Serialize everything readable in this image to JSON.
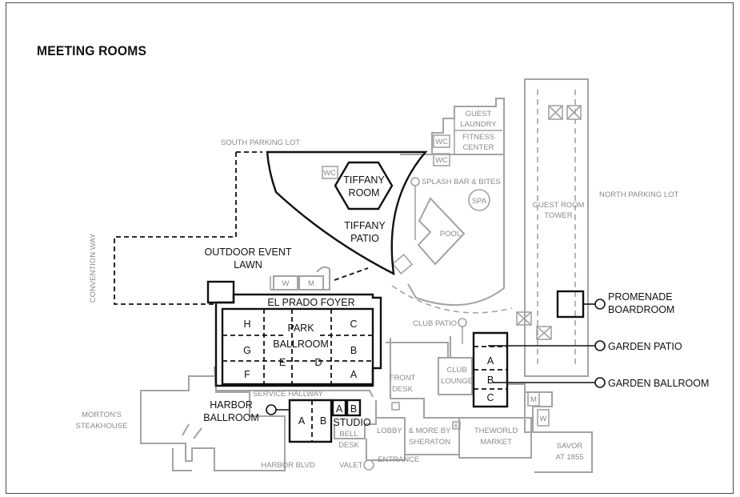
{
  "title": "MEETING ROOMS",
  "labels": {
    "south_parking_lot": "SOUTH PARKING LOT",
    "convention_way": "CONVENTION WAY",
    "north_parking_lot": "NORTH PARKING LOT",
    "guest_laundry": [
      "GUEST",
      "LAUNDRY"
    ],
    "fitness_center": [
      "FITNESS",
      "CENTER"
    ],
    "wc": "WC",
    "splash_bar": "SPLASH BAR & BITES",
    "spa": "SPA",
    "pool": "POOL",
    "guest_room_tower": [
      "GUEST ROOM",
      "TOWER"
    ],
    "club_patio": "CLUB PATIO",
    "club_lounge": [
      "CLUB",
      "LOUNGE"
    ],
    "front_desk": [
      "FRONT",
      "DESK"
    ],
    "service_hallway": "SERVICE HALLWAY",
    "mortons": [
      "MORTON'S",
      "STEAKHOUSE"
    ],
    "lobby": "LOBBY",
    "more_by_sheraton": [
      "& MORE BY",
      "SHERATON"
    ],
    "the_world_market": [
      "THEWORLD",
      "MARKET"
    ],
    "savor": [
      "SAVOR",
      "AT 1855"
    ],
    "bell_desk": [
      "BELL",
      "DESK"
    ],
    "harbor_blvd": "HARBOR BLVD",
    "valet": "VALET",
    "entrance": "ENTRANCE",
    "w": "W",
    "m": "M",
    "amp": "&"
  },
  "rooms": {
    "tiffany_room": [
      "TIFFANY",
      "ROOM"
    ],
    "tiffany_patio": [
      "TIFFANY",
      "PATIO"
    ],
    "outdoor_event_lawn": [
      "OUTDOOR EVENT",
      "LAWN"
    ],
    "el_prado_foyer": "EL PRADO FOYER",
    "park_ballroom": [
      "PARK",
      "BALLROOM"
    ],
    "park_sections": [
      "H",
      "C",
      "G",
      "E",
      "D",
      "B",
      "F",
      "A"
    ],
    "harbor_ballroom": [
      "HARBOR",
      "BALLROOM"
    ],
    "harbor_sections": [
      "A",
      "B"
    ],
    "studio": "STUDIO",
    "studio_sections": [
      "A",
      "B"
    ],
    "promenade_boardroom": [
      "PROMENADE",
      "BOARDROOM"
    ],
    "garden_patio": "GARDEN PATIO",
    "garden_ballroom": "GARDEN BALLROOM",
    "garden_sections": [
      "A",
      "B",
      "C"
    ]
  }
}
